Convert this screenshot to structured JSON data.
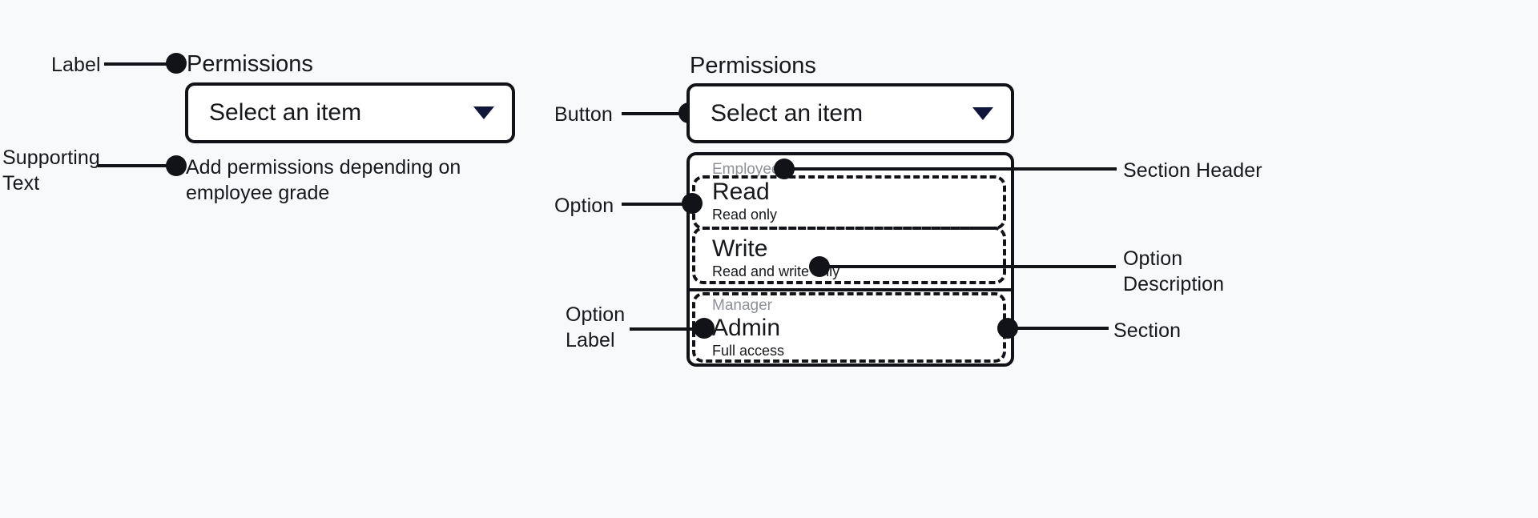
{
  "page": {
    "background": "#f7f9fb",
    "ink": "#111318",
    "muted": "#8d9199",
    "caret_color": "#10163a"
  },
  "left_specimen": {
    "label": "Permissions",
    "select": {
      "value": "Select an item",
      "caret_icon": "chevron-down-icon"
    },
    "supporting_text": "Add permissions depending on\nemployee grade"
  },
  "right_specimen": {
    "label": "Permissions",
    "select": {
      "value": "Select an item",
      "caret_icon": "chevron-down-icon"
    },
    "listbox": {
      "sections": [
        {
          "header": "Employees",
          "options": [
            {
              "label": "Read",
              "description": "Read only"
            },
            {
              "label": "Write",
              "description": "Read and write only"
            }
          ]
        },
        {
          "header": "Manager",
          "options": [
            {
              "label": "Admin",
              "description": "Full access"
            }
          ]
        }
      ]
    }
  },
  "annotations": {
    "label": "Label",
    "supporting_text": "Supporting\nText",
    "button": "Button",
    "option": "Option",
    "option_label": "Option\nLabel",
    "section_header": "Section Header",
    "option_description": "Option\nDescription",
    "section": "Section"
  }
}
